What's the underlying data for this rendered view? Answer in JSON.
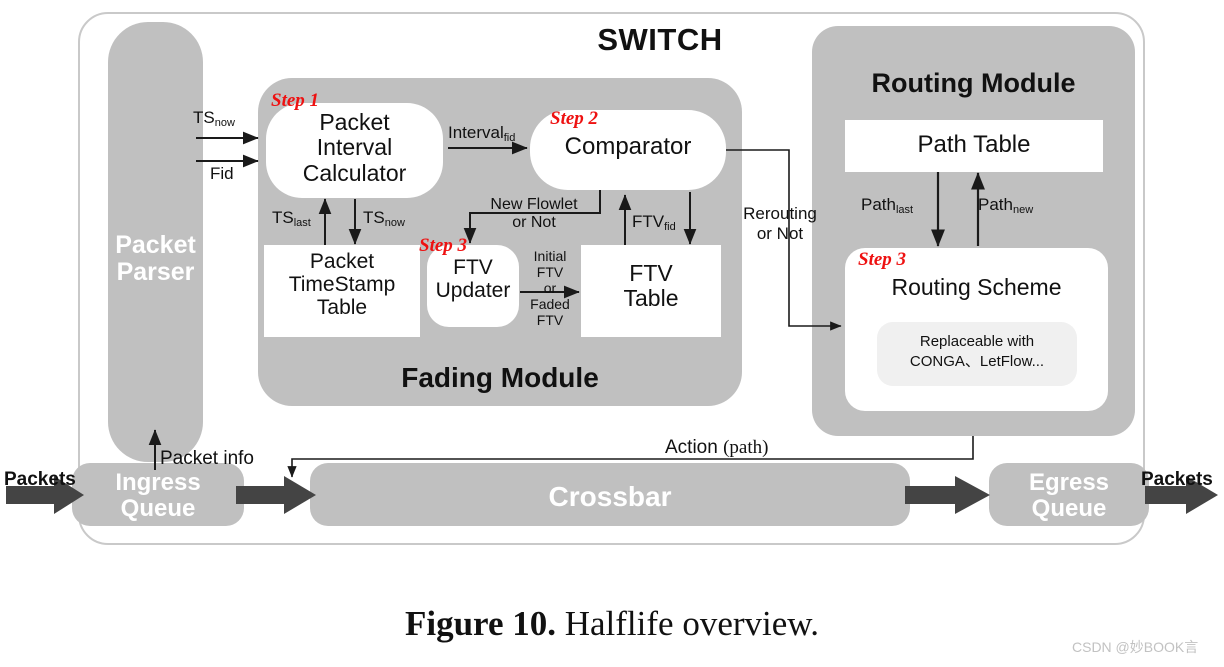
{
  "figure": {
    "caption_bold": "Figure 10.",
    "caption_rest": " Halflife overview.",
    "watermark": "CSDN @妙BOOK言"
  },
  "switch": {
    "title": "SWITCH",
    "packet_parser": "Packet\nParser"
  },
  "fading_module": {
    "title": "Fading Module",
    "packet_interval_calculator": "Packet\nInterval\nCalculator",
    "comparator": "Comparator",
    "packet_timestamp_table": "Packet\nTimeStamp\nTable",
    "ftv_updater": "FTV\nUpdater",
    "ftv_table": "FTV\nTable"
  },
  "routing_module": {
    "title": "Routing Module",
    "path_table": "Path Table",
    "routing_scheme": "Routing Scheme",
    "replaceable_note": "Replaceable with\nCONGA、LetFlow..."
  },
  "datapath": {
    "ingress_queue": "Ingress\nQueue",
    "crossbar": "Crossbar",
    "egress_queue": "Egress\nQueue",
    "packets_in": "Packets",
    "packets_out": "Packets"
  },
  "steps": {
    "step1": "Step 1",
    "step2": "Step 2",
    "step3_ftv": "Step 3",
    "step3_routing": "Step 3"
  },
  "edges": {
    "ts_now_in": "TS",
    "ts_now_in_sub": "now",
    "fid": "Fid",
    "interval": "Interval",
    "interval_sub": "fid",
    "ts_last": "TS",
    "ts_last_sub": "last",
    "ts_now_down": "TS",
    "ts_now_down_sub": "now",
    "new_flowlet": "New Flowlet\nor Not",
    "ftv_fid": "FTV",
    "ftv_fid_sub": "fid",
    "initial_ftv": "Initial\nFTV\nor\nFaded\nFTV",
    "rerouting": "Rerouting\nor Not",
    "path_last": "Path",
    "path_last_sub": "last",
    "path_new": "Path",
    "path_new_sub": "new",
    "packet_info": "Packet info",
    "action": "Action ",
    "action_mono": "(path)"
  },
  "colors": {
    "grey_block": "#c0c0c0",
    "white_box": "#ffffff",
    "step_red": "#ee1111",
    "note_grey": "#f0f0f0",
    "arrow_dark": "#444444",
    "line_black": "#1a1a1a",
    "outline_grey": "#c9c9c9"
  }
}
